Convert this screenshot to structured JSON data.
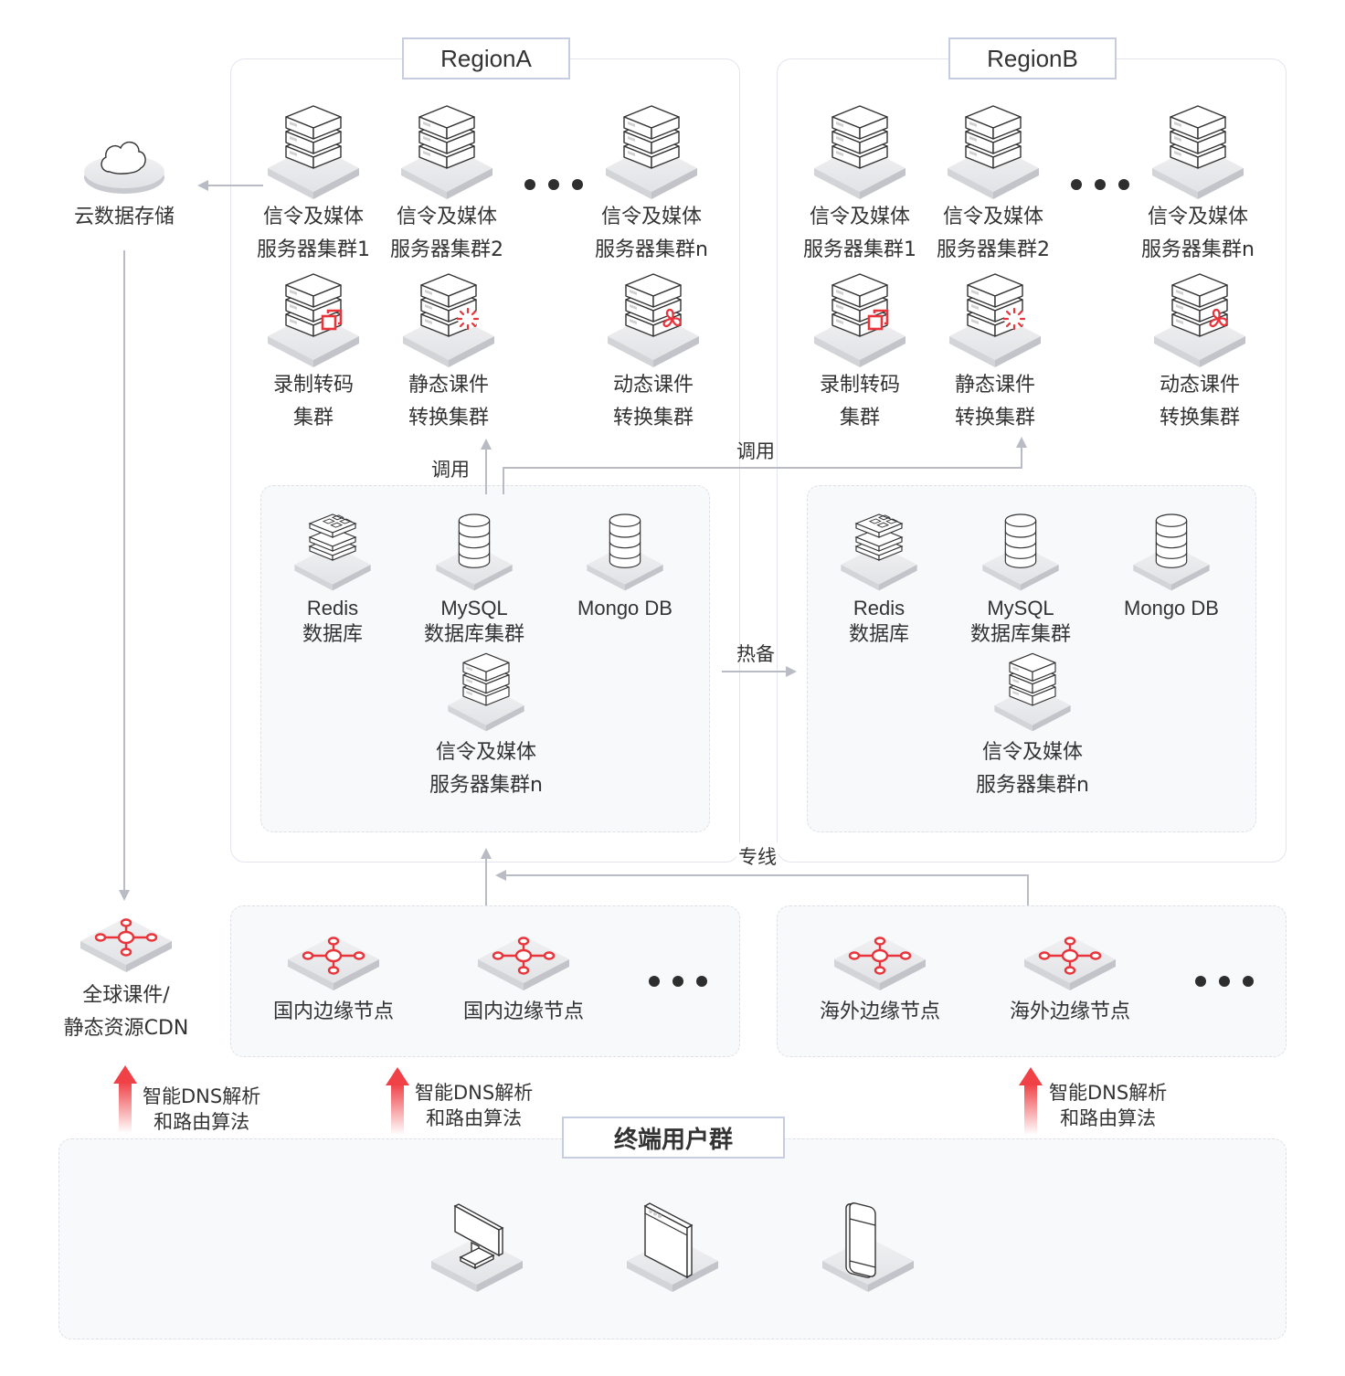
{
  "regions": {
    "a": {
      "title": "RegionA",
      "servers": [
        {
          "line1": "信令及媒体",
          "line2": "服务器集群1"
        },
        {
          "line1": "信令及媒体",
          "line2": "服务器集群2"
        },
        {
          "line1": "信令及媒体",
          "line2": "服务器集群n"
        }
      ],
      "clusters": [
        {
          "line1": "录制转码",
          "line2": "集群",
          "badge": "copy-icon"
        },
        {
          "line1": "静态课件",
          "line2": "转换集群",
          "badge": "burst-icon"
        },
        {
          "line1": "动态课件",
          "line2": "转换集群",
          "badge": "fan-icon"
        }
      ],
      "databases": {
        "redis": {
          "line1": "Redis",
          "line2": "数据库"
        },
        "mysql": {
          "line1": "MySQL",
          "line2": "数据库集群"
        },
        "mongo": {
          "line1": "Mongo DB"
        },
        "server": {
          "line1": "信令及媒体",
          "line2": "服务器集群n"
        }
      }
    },
    "b": {
      "title": "RegionB",
      "servers": [
        {
          "line1": "信令及媒体",
          "line2": "服务器集群1"
        },
        {
          "line1": "信令及媒体",
          "line2": "服务器集群2"
        },
        {
          "line1": "信令及媒体",
          "line2": "服务器集群n"
        }
      ],
      "clusters": [
        {
          "line1": "录制转码",
          "line2": "集群",
          "badge": "copy-icon"
        },
        {
          "line1": "静态课件",
          "line2": "转换集群",
          "badge": "burst-icon"
        },
        {
          "line1": "动态课件",
          "line2": "转换集群",
          "badge": "fan-icon"
        }
      ],
      "databases": {
        "redis": {
          "line1": "Redis",
          "line2": "数据库"
        },
        "mysql": {
          "line1": "MySQL",
          "line2": "数据库集群"
        },
        "mongo": {
          "line1": "Mongo DB"
        },
        "server": {
          "line1": "信令及媒体",
          "line2": "服务器集群n"
        }
      }
    }
  },
  "cloud_storage": {
    "label": "云数据存储"
  },
  "cdn": {
    "line1": "全球课件/",
    "line2": "静态资源CDN"
  },
  "edges": {
    "call_a": "调用",
    "call_b": "调用",
    "hot_backup": "热备",
    "dedicated_line": "专线"
  },
  "edge_nodes": {
    "domestic": [
      "国内边缘节点",
      "国内边缘节点"
    ],
    "overseas": [
      "海外边缘节点",
      "海外边缘节点"
    ]
  },
  "dns": [
    {
      "line1": "智能DNS解析",
      "line2": "和路由算法"
    },
    {
      "line1": "智能DNS解析",
      "line2": "和路由算法"
    },
    {
      "line1": "智能DNS解析",
      "line2": "和路由算法"
    }
  ],
  "users": {
    "title": "终端用户群",
    "devices": [
      "desktop-icon",
      "browser-window-icon",
      "mobile-phone-icon"
    ]
  },
  "colors": {
    "accent": "#e8343a",
    "border": "#e3e5ee",
    "title_border": "#c7cde0",
    "connector": "#b9bcc4",
    "dashed_fill": "#f8f9fb"
  }
}
